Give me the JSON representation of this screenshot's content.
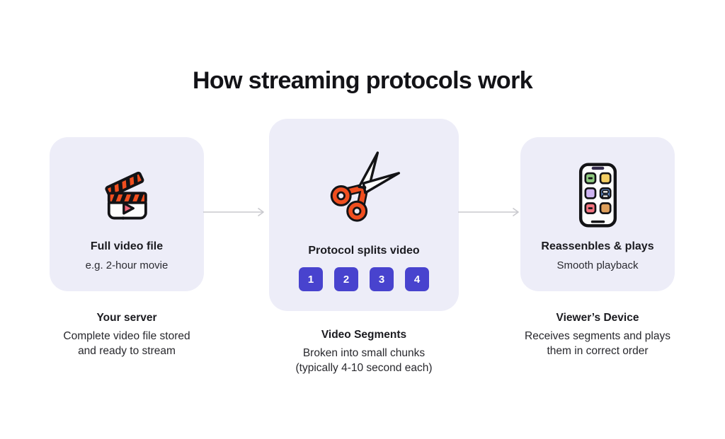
{
  "title": "How streaming protocols work",
  "colors": {
    "panel_bg": "#EDEDF8",
    "accent_indigo": "#4843CE",
    "accent_orange": "#F04E1F",
    "arrow_gray": "#C9C9CE",
    "text_dark": "#131317"
  },
  "steps": [
    {
      "icon": "clapperboard-icon",
      "label": "Full video file",
      "sublabel": "e.g. 2-hour movie",
      "caption_title": "Your server",
      "caption_lines": [
        "Complete video file stored",
        "and ready to stream"
      ]
    },
    {
      "icon": "scissors-icon",
      "label": "Protocol splits video",
      "segments": [
        "1",
        "2",
        "3",
        "4"
      ],
      "caption_title": "Video Segments",
      "caption_lines": [
        "Broken into small chunks",
        "(typically 4-10 second each)"
      ]
    },
    {
      "icon": "smartphone-icon",
      "label": "Reassenbles & plays",
      "sublabel": "Smooth playback",
      "caption_title": "Viewer’s Device",
      "caption_lines": [
        "Receives segments and plays",
        "them in correct order"
      ]
    }
  ]
}
